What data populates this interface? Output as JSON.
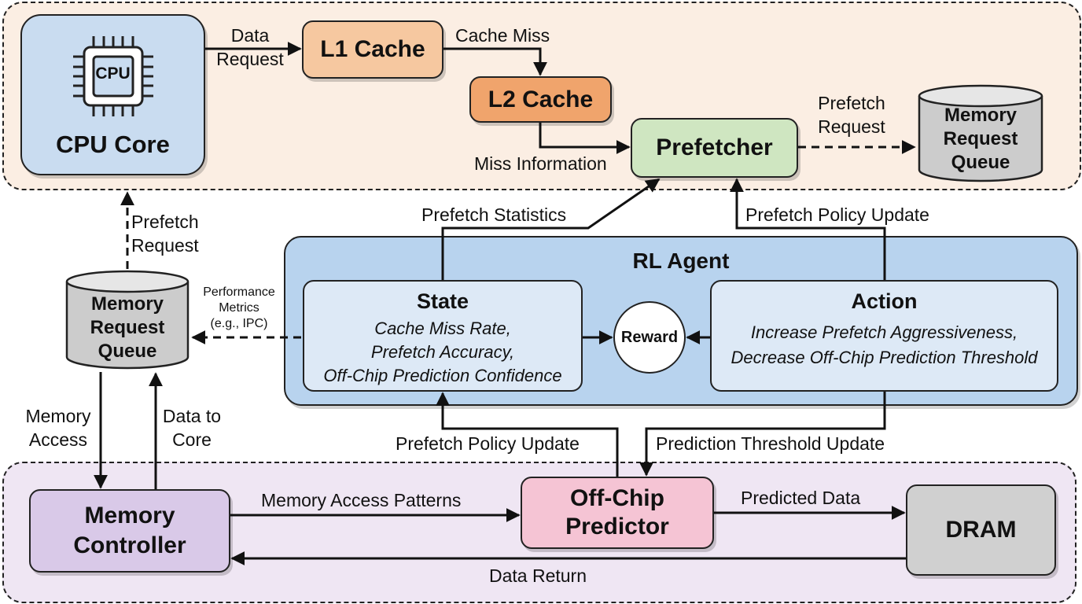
{
  "colors": {
    "top_region": "#fbeee3",
    "bottom_region": "#efe6f3",
    "cpu_core": "#c9dcf0",
    "l1_cache": "#f6c8a0",
    "l2_cache": "#f0a46c",
    "prefetcher": "#cfe6c1",
    "rl_agent": "#b8d3ee",
    "rl_inner": "#dde9f6",
    "queue": "#cccccc",
    "memory_controller": "#d9c9e8",
    "off_chip_predictor": "#f5c4d4",
    "dram": "#d0d0d0",
    "reward": "#ffffff"
  },
  "nodes": {
    "cpu_core": {
      "title": "CPU Core",
      "chip_label": "CPU"
    },
    "l1_cache": {
      "title": "L1 Cache"
    },
    "l2_cache": {
      "title": "L2 Cache"
    },
    "prefetcher": {
      "title": "Prefetcher"
    },
    "queue_top": {
      "line1": "Memory",
      "line2": "Request",
      "line3": "Queue"
    },
    "queue_left": {
      "line1": "Memory",
      "line2": "Request",
      "line3": "Queue"
    },
    "rl_agent": {
      "title": "RL Agent",
      "state": {
        "title": "State",
        "items": [
          "Cache Miss Rate,",
          "Prefetch Accuracy,",
          "Off-Chip Prediction Confidence"
        ]
      },
      "reward": "Reward",
      "action": {
        "title": "Action",
        "items": [
          "Increase Prefetch Aggressiveness,",
          "Decrease Off-Chip Prediction Threshold"
        ]
      }
    },
    "memory_controller": {
      "line1": "Memory",
      "line2": "Controller"
    },
    "off_chip_predictor": {
      "line1": "Off-Chip",
      "line2": "Predictor"
    },
    "dram": {
      "title": "DRAM"
    }
  },
  "edges": {
    "data_request": {
      "line1": "Data",
      "line2": "Request"
    },
    "cache_miss": "Cache Miss",
    "miss_information": "Miss Information",
    "prefetch_request_top": {
      "line1": "Prefetch",
      "line2": "Request"
    },
    "prefetch_request_left": {
      "line1": "Prefetch",
      "line2": "Request"
    },
    "prefetch_statistics": "Prefetch Statistics",
    "prefetch_policy_update_top": "Prefetch Policy Update",
    "performance_metrics": {
      "line1": "Performance",
      "line2": "Metrics",
      "line3": "(e.g., IPC)"
    },
    "memory_access": {
      "line1": "Memory",
      "line2": "Access"
    },
    "data_to_core": {
      "line1": "Data to",
      "line2": "Core"
    },
    "prefetch_policy_update_bottom": "Prefetch Policy Update",
    "prediction_threshold_update": "Prediction Threshold Update",
    "memory_access_patterns": "Memory Access Patterns",
    "predicted_data": "Predicted Data",
    "data_return": "Data Return"
  }
}
